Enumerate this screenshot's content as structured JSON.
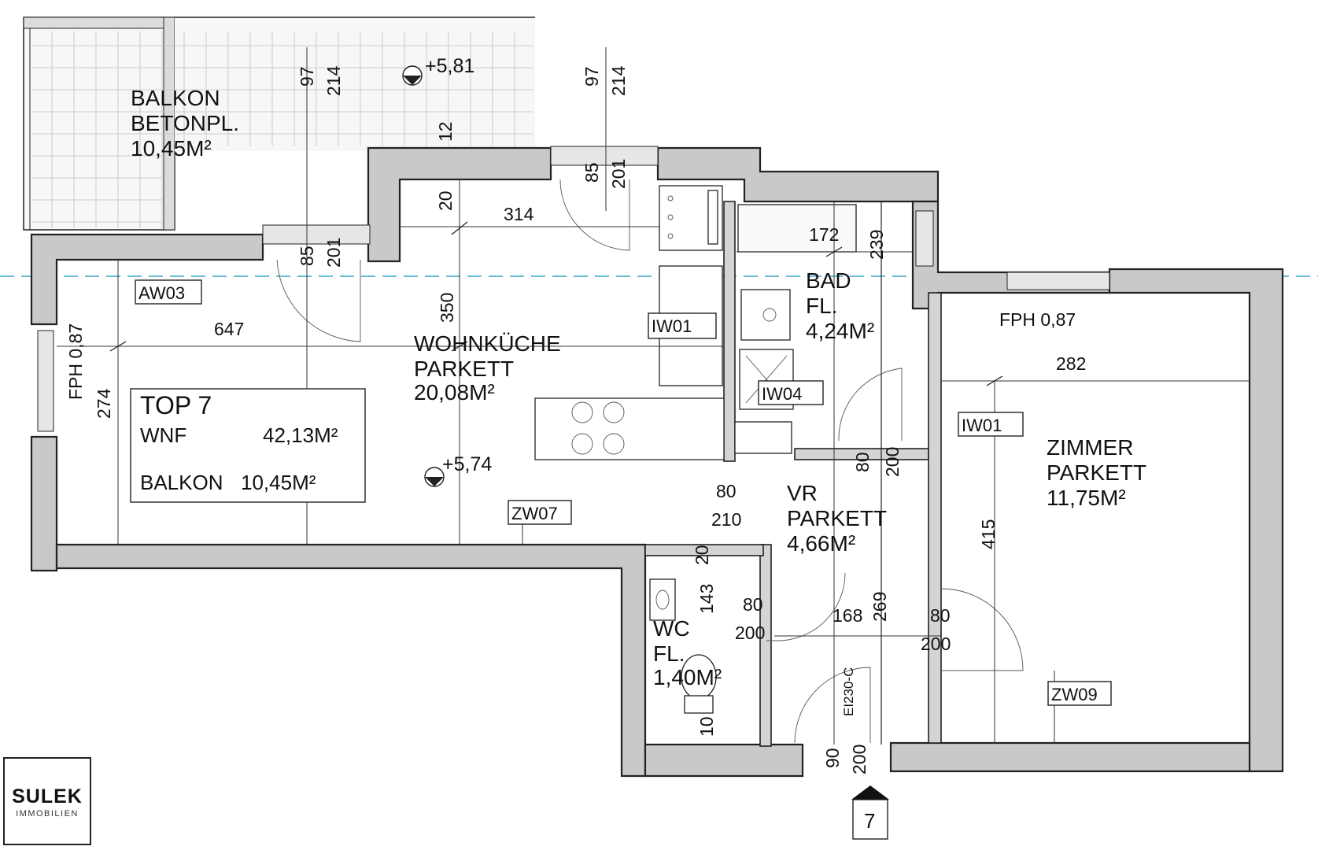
{
  "rooms": {
    "balkon": {
      "name": "BALKON",
      "floor": "BETONPL.",
      "area": "10,45M²"
    },
    "wohnkueche": {
      "name": "WOHNKÜCHE",
      "floor": "PARKETT",
      "area": "20,08M²"
    },
    "bad": {
      "name": "BAD",
      "floor": "FL.",
      "area": "4,24M²"
    },
    "zimmer": {
      "name": "ZIMMER",
      "floor": "PARKETT",
      "area": "11,75M²"
    },
    "vr": {
      "name": "VR",
      "floor": "PARKETT",
      "area": "4,66M²"
    },
    "wc": {
      "name": "WC",
      "floor": "FL.",
      "area": "1,40M²"
    }
  },
  "summary": {
    "title": "TOP 7",
    "wnf_label": "WNF",
    "wnf_value": "42,13M²",
    "balkon_label": "BALKON",
    "balkon_value": "10,45M²"
  },
  "levels": {
    "upper": "+5,81",
    "lower": "+5,74"
  },
  "tags": {
    "aw03": "AW03",
    "iw01_a": "IW01",
    "iw01_b": "IW01",
    "iw04": "IW04",
    "zw07": "ZW07",
    "zw09": "ZW09"
  },
  "fph": {
    "left": "FPH 0,87",
    "right": "FPH 0,87"
  },
  "dimensions": {
    "b97_a": "97",
    "b214_a": "214",
    "b97_b": "97",
    "b214_b": "214",
    "d12": "12",
    "d85_a": "85",
    "d201_a": "201",
    "d20_a": "20",
    "d314": "314",
    "d85_b": "85",
    "d201_b": "201",
    "d647": "647",
    "d350": "350",
    "d274": "274",
    "d172": "172",
    "d239": "239",
    "d282": "282",
    "d80_a": "80",
    "d200_a": "200",
    "d80_b": "80",
    "d210": "210",
    "d20_b": "20",
    "d143": "143",
    "d80_c": "80",
    "d200_b": "200",
    "d168": "168",
    "d269": "269",
    "d80_d": "80",
    "d200_c": "200",
    "d415": "415",
    "d10": "10",
    "d90": "90",
    "d200_d": "200",
    "ei": "EI230-C"
  },
  "entrance": {
    "number": "7"
  },
  "logo": {
    "main": "SULEK",
    "sub": "IMMOBILIEN"
  }
}
